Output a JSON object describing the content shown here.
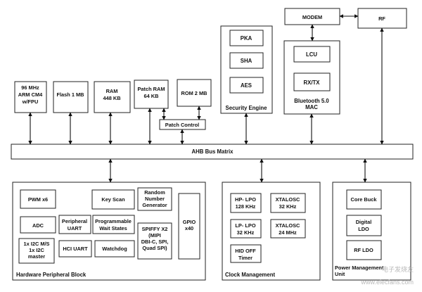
{
  "blocks": {
    "cpu": [
      "96 MHz",
      "ARM CM4",
      "w/FPU"
    ],
    "flash": "Flash 1 MB",
    "ram": [
      "RAM",
      "448 KB"
    ],
    "patch_ram": [
      "Patch RAM",
      "64 KB"
    ],
    "rom": "ROM 2 MB",
    "patch_control": "Patch Control",
    "pka": "PKA",
    "sha": "SHA",
    "aes": "AES",
    "security_engine": "Security Engine",
    "modem": "MODEM",
    "rf": "RF",
    "lcu": "LCU",
    "rxtx": "RX/TX",
    "bluetooth": [
      "Bluetooth 5.0",
      "MAC"
    ],
    "ahb": "AHB Bus Matrix"
  },
  "peripheral": {
    "title": "Hardware Peripheral Block",
    "pwm": "PWM x6",
    "key_scan": "Key Scan",
    "rng": [
      "Random",
      "Number",
      "Generator"
    ],
    "gpio": [
      "GPIO",
      "x40"
    ],
    "adc": "ADC",
    "uart": [
      "Peripheral",
      "UART"
    ],
    "pws": [
      "Programmable",
      "Wait States"
    ],
    "spiffy": [
      "SPIFFY X2",
      "(MIPI",
      "DBI-C, SPI,",
      "Quad SPI)"
    ],
    "i2c": [
      "1x I2C M/S",
      "1x I2C",
      "master"
    ],
    "hci": "HCI UART",
    "watchdog": "Watchdog"
  },
  "clock": {
    "title": "Clock Management",
    "hp_lpo": [
      "HP- LPO",
      "128 KHz"
    ],
    "xtal32": [
      "XTALOSC",
      "32 KHz"
    ],
    "lp_lpo": [
      "LP- LPO",
      "32 KHz"
    ],
    "xtal24": [
      "XTALOSC",
      "24 MHz"
    ],
    "hid_off": [
      "HID OFF",
      "Timer"
    ]
  },
  "power": {
    "title": [
      "Power Management",
      "Unit"
    ],
    "core_buck": "Core Buck",
    "digital_ldo": [
      "Digital",
      "LDO"
    ],
    "rf_ldo": "RF LDO"
  },
  "watermark": [
    "电子发烧友",
    "www.elecfans.com"
  ]
}
